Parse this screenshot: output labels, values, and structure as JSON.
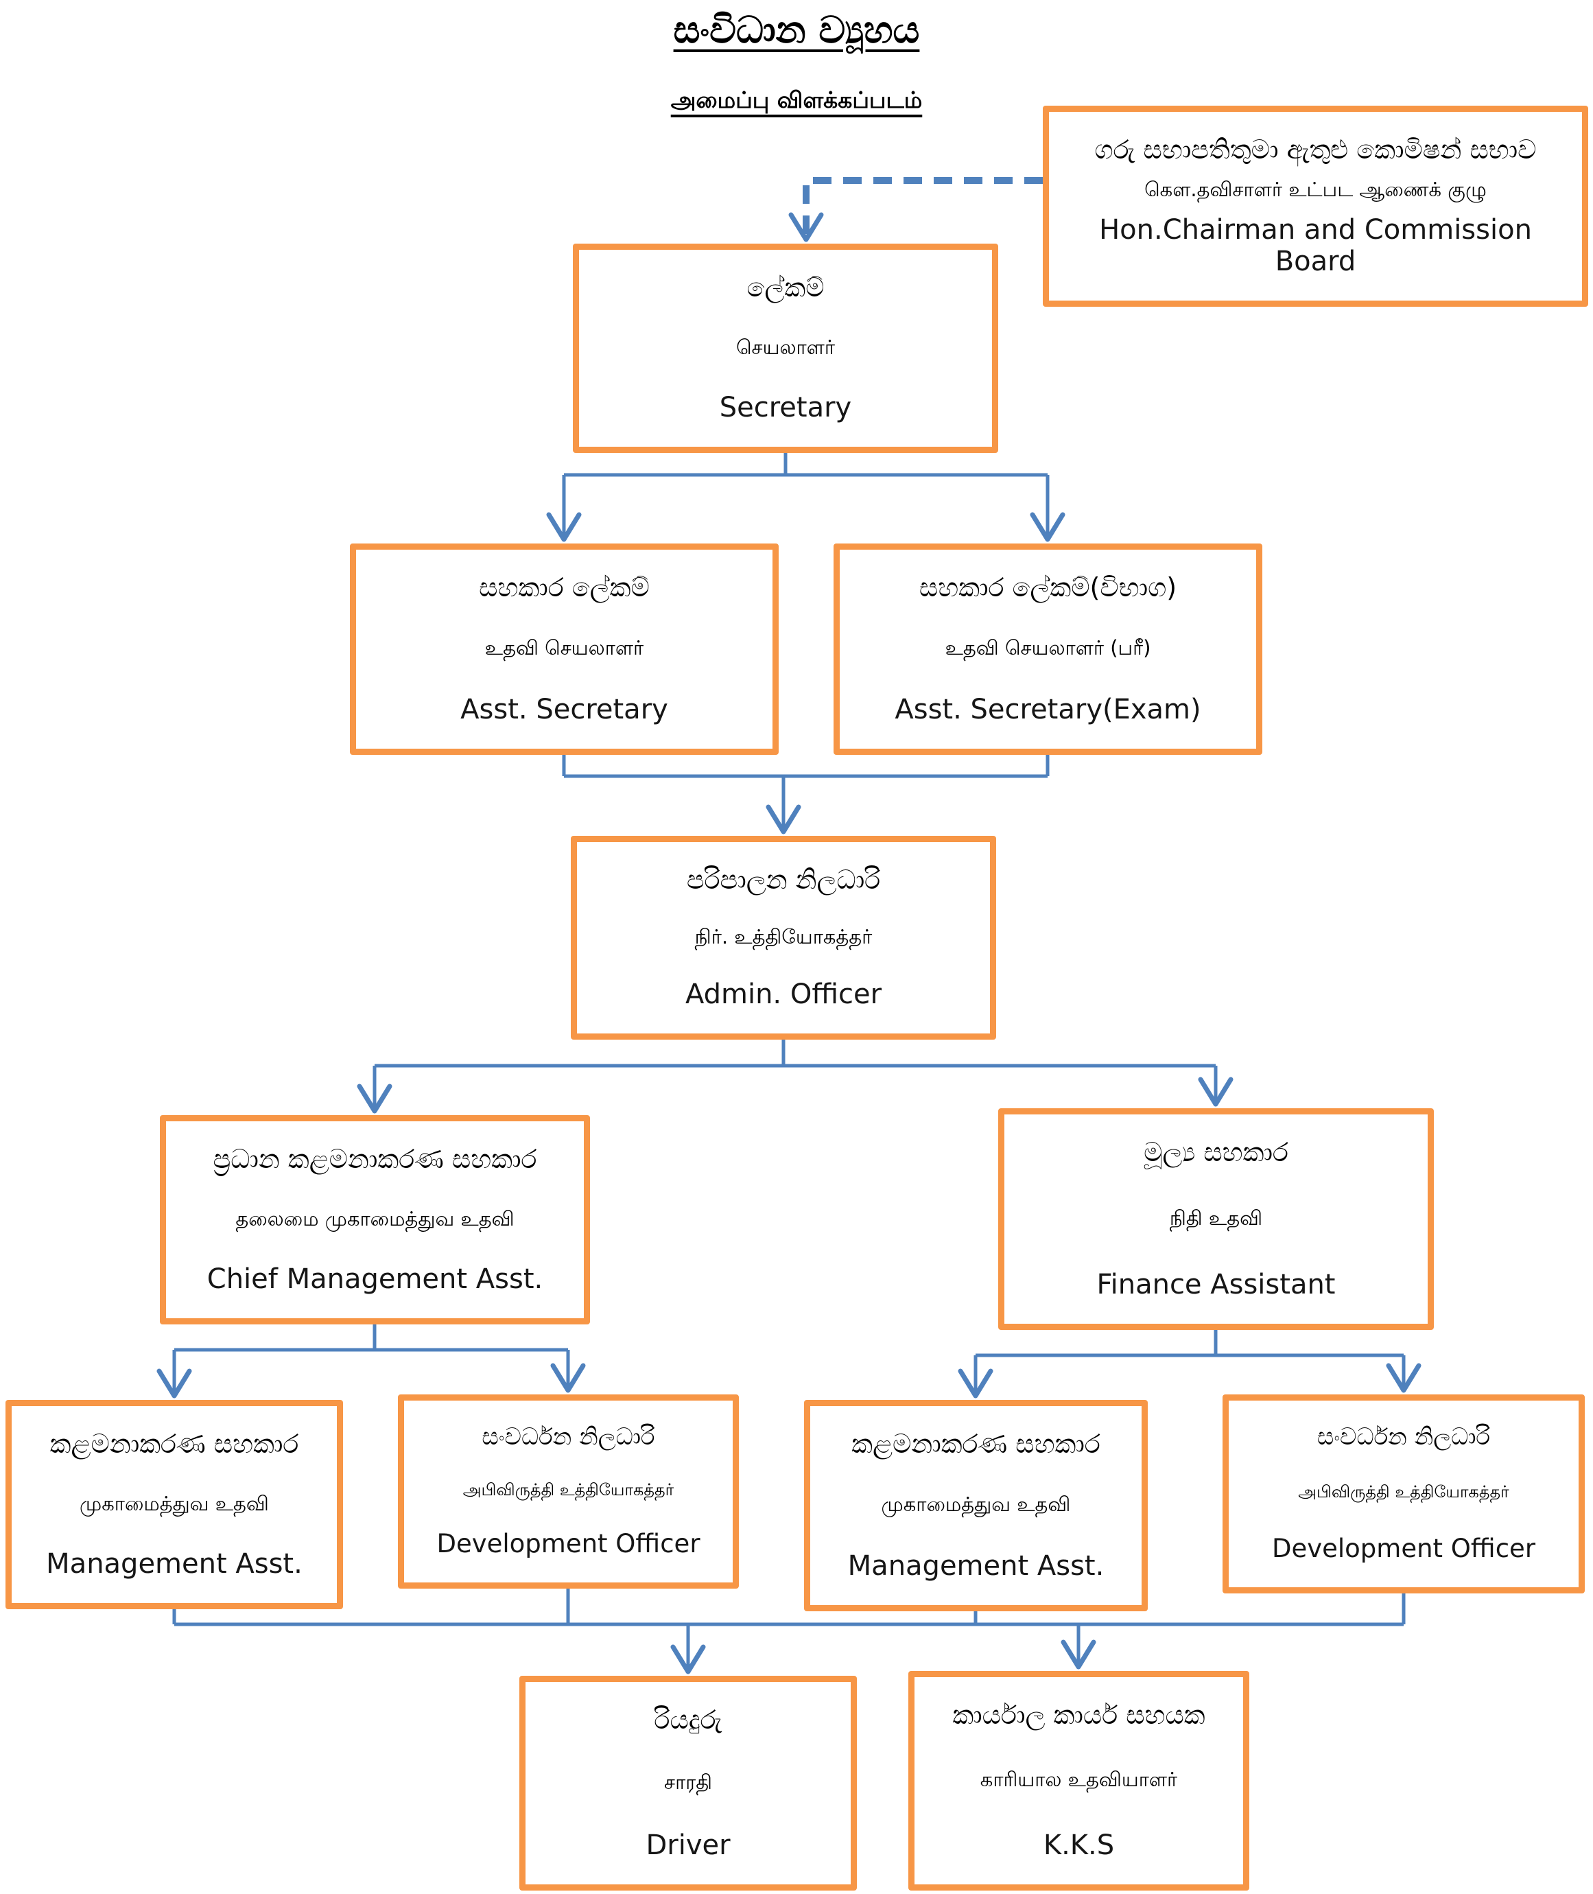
{
  "page": {
    "title_sinhala": "සංවිධාන ව්‍යූහය",
    "title_tamil": "அமைப்பு விளக்கப்படம்"
  },
  "colors": {
    "box_border_orange": "#F79646",
    "connector_blue": "#4F81BD",
    "text": "#000000",
    "background": "#FFFFFF"
  },
  "nodes": {
    "chairman": {
      "si": "ගරු සභාපතිතුමා ඇතුළු කොමිෂන් සභාව",
      "ta": "கௌ.தவிசாளர் உட்பட ஆணைக் குழு",
      "en": "Hon.Chairman and Commission Board"
    },
    "secretary": {
      "si": "ලේකම්",
      "ta": "செயலாளர்",
      "en": "Secretary"
    },
    "asst_secretary": {
      "si": "සහකාර ලේකම්",
      "ta": "உதவி செயலாளர்",
      "en": "Asst. Secretary"
    },
    "asst_secretary_exam": {
      "si": "සහකාර ලේකම්(විභාග)",
      "ta": "உதவி செயலாளர் (பரீ)",
      "en": "Asst. Secretary(Exam)"
    },
    "admin_officer": {
      "si": "පරිපාලන නිලධාරි",
      "ta": "நிர். உத்தியோகத்தர்",
      "en": "Admin. Officer"
    },
    "chief_management_asst": {
      "si": "ප්‍රධාන කළමනාකරණ සහකාර",
      "ta": "தலைமை முகாமைத்துவ உதவி",
      "en": "Chief Management Asst."
    },
    "finance_assistant": {
      "si": "මූල්‍ය සහකාර",
      "ta": "நிதி உதவி",
      "en": "Finance Assistant"
    },
    "management_asst_1": {
      "si": "කළමනාකරණ සහකාර",
      "ta": "முகாமைத்துவ உதவி",
      "en": "Management Asst."
    },
    "development_officer_1": {
      "si": "සංවර්ධන නිලධාරි",
      "ta": "அபிவிருத்தி உத்தியோகத்தர்",
      "en": "Development Officer"
    },
    "management_asst_2": {
      "si": "කළමනාකරණ සහකාර",
      "ta": "முகாமைத்துவ உதவி",
      "en": "Management Asst."
    },
    "development_officer_2": {
      "si": "සංවර්ධන නිලධාරි",
      "ta": "அபிவிருத்தி உத்தியோகத்தர்",
      "en": "Development Officer"
    },
    "driver": {
      "si": "රියදුරු",
      "ta": "சாரதி",
      "en": "Driver"
    },
    "kks": {
      "si": "කාර්යාල කාර්ය සහයක",
      "ta": "காரியால உதவியாளர்",
      "en": "K.K.S"
    }
  },
  "edges": [
    {
      "from": "chairman",
      "to": "secretary",
      "style": "dashed"
    },
    {
      "from": "secretary",
      "to": "asst_secretary",
      "style": "solid"
    },
    {
      "from": "secretary",
      "to": "asst_secretary_exam",
      "style": "solid"
    },
    {
      "from": "asst_secretary",
      "to": "admin_officer",
      "style": "solid"
    },
    {
      "from": "asst_secretary_exam",
      "to": "admin_officer",
      "style": "solid"
    },
    {
      "from": "admin_officer",
      "to": "chief_management_asst",
      "style": "solid"
    },
    {
      "from": "admin_officer",
      "to": "finance_assistant",
      "style": "solid"
    },
    {
      "from": "chief_management_asst",
      "to": "management_asst_1",
      "style": "solid"
    },
    {
      "from": "chief_management_asst",
      "to": "development_officer_1",
      "style": "solid"
    },
    {
      "from": "finance_assistant",
      "to": "management_asst_2",
      "style": "solid"
    },
    {
      "from": "finance_assistant",
      "to": "development_officer_2",
      "style": "solid"
    },
    {
      "from": "bottom_row_all",
      "to": "driver",
      "style": "solid"
    },
    {
      "from": "bottom_row_all",
      "to": "kks",
      "style": "solid"
    }
  ]
}
